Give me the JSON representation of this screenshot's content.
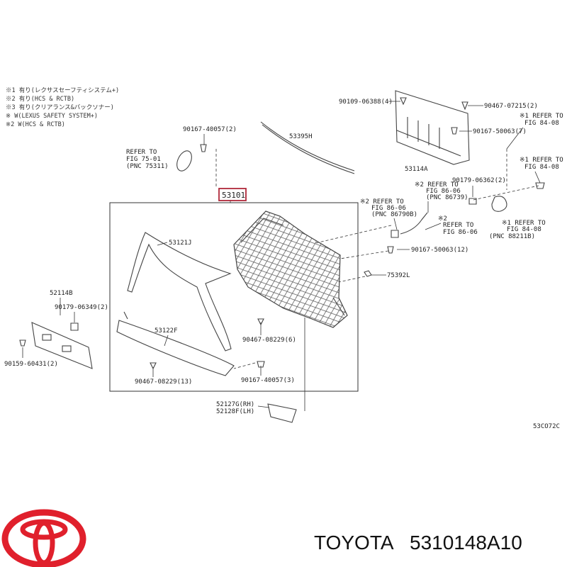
{
  "notes": [
    "※1 有り(レクサスセーフティシステム+)",
    "※2 有り(HCS & RCTB)",
    "※3 有り(クリアランス&バックソナー)",
    "※ W(LEXUS SAFETY SYSTEM+)",
    "※2 W(HCS & RCTB)"
  ],
  "main_part": "53101",
  "labels": {
    "p90167_40057_2": "90167-40057(2)",
    "ref_75_01": [
      "REFER TO",
      "FIG 75-01",
      "(PNC 75311)"
    ],
    "p53395H": "53395H",
    "p90109": "90109-06388(4)",
    "p90467_07215": "90467-07215(2)",
    "ref_84_08_a": [
      "※1 REFER TO",
      "FIG 84-08"
    ],
    "p90167_50063_7": "90167-50063(7)",
    "p53114A": "53114A",
    "ref_84_08_b": [
      "※1 REFER TO",
      "FIG 84-08"
    ],
    "p90179_06362": "90179-06362(2)",
    "ref_86_06_a": [
      "※2 REFER TO",
      "FIG 86-06",
      "(PNC 86739)"
    ],
    "ref_86_06_b": [
      "※2 REFER TO",
      "FIG 86-06",
      "(PNC 86790B)"
    ],
    "ref_86_06_c": [
      "※2",
      "REFER TO",
      "FIG 86-06"
    ],
    "ref_84_08_c": [
      "※1 REFER TO",
      "FIG 84-08",
      "(PNC 88211B)"
    ],
    "p53121J": "53121J",
    "p90167_50063_12": "90167-50063(12)",
    "p75392L": "75392L",
    "p52114B": "52114B",
    "p90179_06349": "90179-06349(2)",
    "p53122F": "53122F",
    "p90467_08229_6": "90467-08229(6)",
    "p90159": "90159-60431(2)",
    "p90467_08229_13": "90467-08229(13)",
    "p90167_40057_3": "90167-40057(3)",
    "p52127G": "52127G(RH)",
    "p52128F": "52128F(LH)",
    "code": "53CO72C"
  },
  "footer": {
    "brand": "TOYOTA",
    "part_number": "5310148A10"
  },
  "colors": {
    "highlight": "#b0283a",
    "logo": "#e0202c"
  }
}
